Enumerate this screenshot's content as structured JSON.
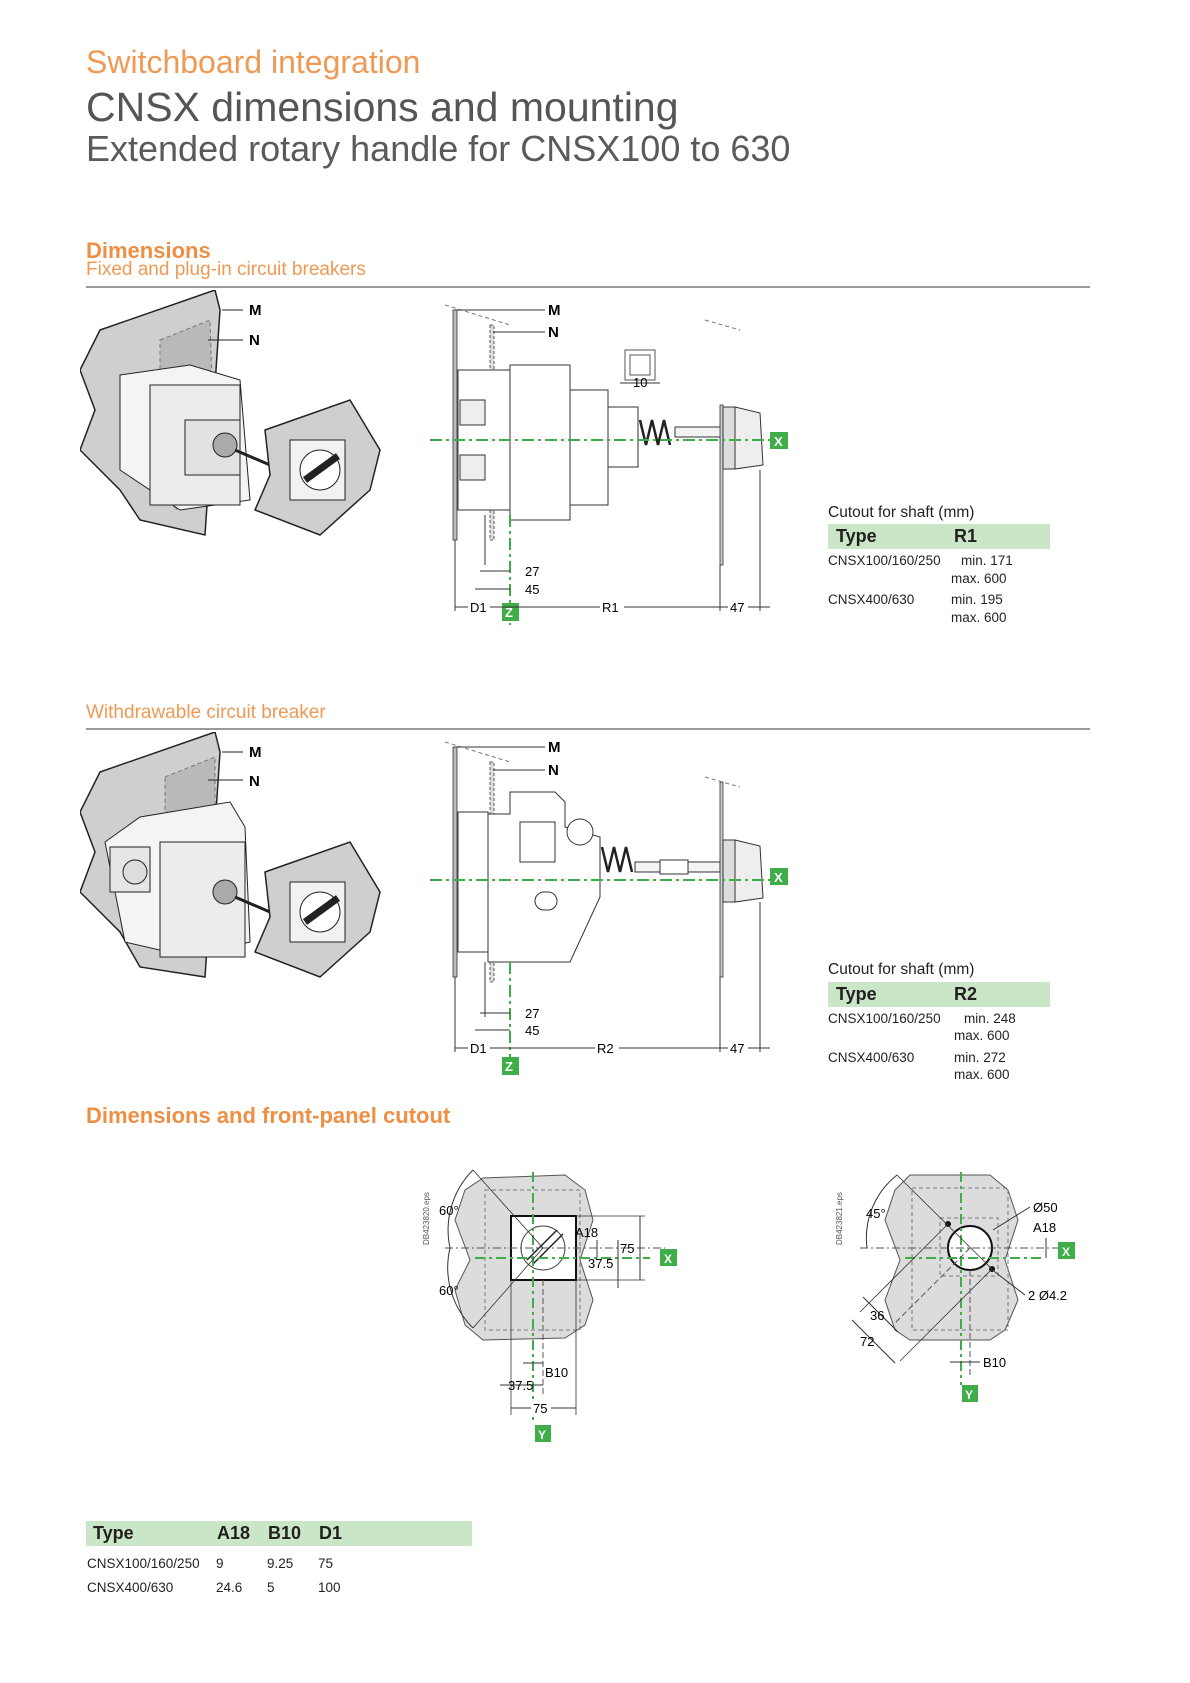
{
  "header": {
    "supertitle": "Switchboard integration",
    "title": "CNSX dimensions and mounting",
    "subtitle": "Extended rotary handle for CNSX100 to 630"
  },
  "colors": {
    "accent_orange": "#ee8f45",
    "table_header_green": "#c9e6c7",
    "axis_green": "#3fae49",
    "panel_gray": "#cfcfcf"
  },
  "section_dimensions": {
    "title": "Dimensions",
    "fixed": {
      "subtitle": "Fixed and plug-in circuit breakers",
      "labels": {
        "m": "M",
        "n": "N",
        "x": "X",
        "z": "Z",
        "d1": "D1",
        "r": "R1",
        "dim_27": "27",
        "dim_45": "45",
        "dim_47": "47",
        "dim_10": "10"
      },
      "cutout": {
        "caption": "Cutout for shaft (mm)",
        "headers": [
          "Type",
          "R1"
        ],
        "rows": [
          {
            "type": "CNSX100/160/250",
            "min": "min. 171",
            "max": "max. 600"
          },
          {
            "type": "CNSX400/630",
            "min": "min. 195",
            "max": "max. 600"
          }
        ]
      }
    },
    "withdrawable": {
      "subtitle": "Withdrawable circuit breaker",
      "labels": {
        "m": "M",
        "n": "N",
        "x": "X",
        "z": "Z",
        "d1": "D1",
        "r": "R2",
        "dim_27": "27",
        "dim_45": "45",
        "dim_47": "47"
      },
      "cutout": {
        "caption": "Cutout for shaft (mm)",
        "headers": [
          "Type",
          "R2"
        ],
        "rows": [
          {
            "type": "CNSX100/160/250",
            "min": "min. 248",
            "max": "max. 600"
          },
          {
            "type": "CNSX400/630",
            "min": "min. 272",
            "max": "max. 600"
          }
        ]
      }
    }
  },
  "section_cutout": {
    "title": "Dimensions and front-panel cutout",
    "square": {
      "file_ref": "DB423820.eps",
      "labels": {
        "angle_top": "60°",
        "angle_bottom": "60°",
        "a18": "A18",
        "dim_75_v": "75",
        "dim_375_v": "37.5",
        "x": "X",
        "y": "Y",
        "b10": "B10",
        "dim_375_h": "37.5",
        "dim_75_h": "75"
      }
    },
    "round": {
      "file_ref": "DB423821.eps",
      "labels": {
        "angle": "45°",
        "dia50": "Ø50",
        "a18": "A18",
        "x": "X",
        "holes": "2 Ø4.2",
        "dim_36": "36",
        "dim_72": "72",
        "b10": "B10",
        "y": "Y"
      }
    },
    "table": {
      "headers": [
        "Type",
        "A18",
        "B10",
        "D1"
      ],
      "rows": [
        [
          "CNSX100/160/250",
          "9",
          "9.25",
          "75"
        ],
        [
          "CNSX400/630",
          "24.6",
          "5",
          "100"
        ]
      ]
    }
  }
}
